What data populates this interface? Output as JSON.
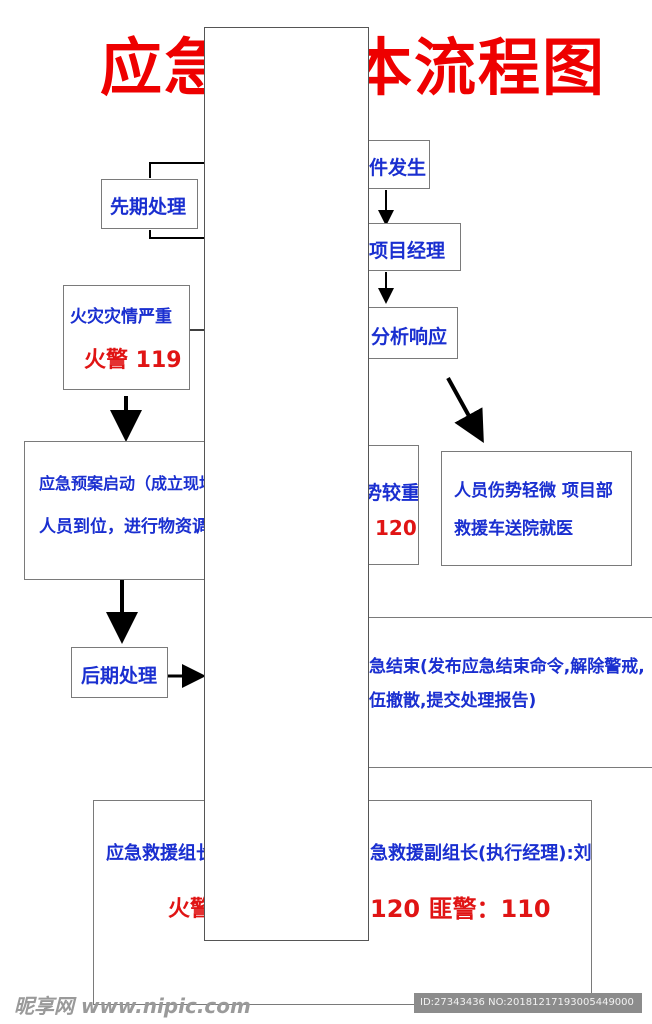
{
  "title": {
    "left_part": "应急",
    "right_part": "本流程图"
  },
  "nodes": {
    "event": "件发生",
    "pre_handle": "先期处理",
    "pm": "项目经理",
    "analyze": "分析响应",
    "fire": {
      "line1": "火灾灾情严重",
      "line2": "火警 119"
    },
    "plan": {
      "line1": "应急预案启动（成立现场指",
      "line2": "人员到位，进行物资调"
    },
    "injury_serious": {
      "line1": "势较重",
      "line2": "120"
    },
    "injury_minor": {
      "line1": "人员伤势轻微  项目部",
      "line2": "救援车送院就医"
    },
    "post_handle": "后期处理",
    "end": {
      "line1": "急结束(发布应急结束命令,解除警戒,",
      "line2": "伍撤散,提交处理报告)"
    }
  },
  "contacts": {
    "leader": "应急救援组长",
    "deputy": "急救援副组长(执行经理):刘刚",
    "fire_tel": "火警",
    "hotline": "120  匪警：110"
  },
  "watermark": {
    "left": "昵享网 www.nipic.com",
    "right": "ID:27343436 NO:20181217193005449000"
  },
  "colors": {
    "title": "#ee0000",
    "node_text": "#1a2fd0",
    "emergency_number": "#e01414"
  }
}
